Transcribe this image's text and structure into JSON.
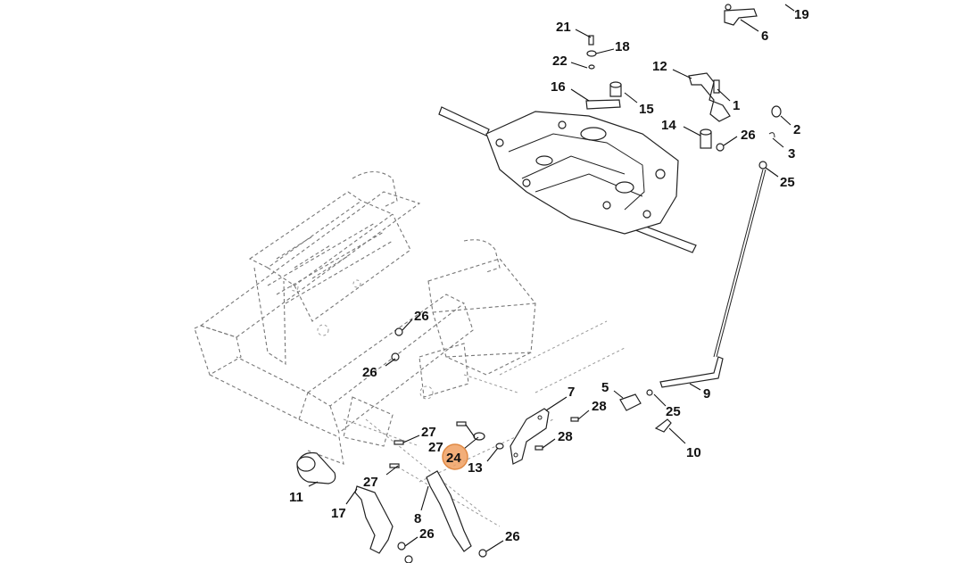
{
  "diagram": {
    "highlight": {
      "label": "24",
      "color": "#f0a062"
    },
    "callouts": [
      {
        "id": "c19",
        "label": "19"
      },
      {
        "id": "c6",
        "label": "6"
      },
      {
        "id": "c21",
        "label": "21"
      },
      {
        "id": "c18",
        "label": "18"
      },
      {
        "id": "c22",
        "label": "22"
      },
      {
        "id": "c12",
        "label": "12"
      },
      {
        "id": "c16",
        "label": "16"
      },
      {
        "id": "c15",
        "label": "15"
      },
      {
        "id": "c1",
        "label": "1"
      },
      {
        "id": "c14",
        "label": "14"
      },
      {
        "id": "c2",
        "label": "2"
      },
      {
        "id": "c26a",
        "label": "26"
      },
      {
        "id": "c3",
        "label": "3"
      },
      {
        "id": "c25a",
        "label": "25"
      },
      {
        "id": "c26b",
        "label": "26"
      },
      {
        "id": "c26c",
        "label": "26"
      },
      {
        "id": "c7",
        "label": "7"
      },
      {
        "id": "c5",
        "label": "5"
      },
      {
        "id": "c9",
        "label": "9"
      },
      {
        "id": "c28a",
        "label": "28"
      },
      {
        "id": "c25b",
        "label": "25"
      },
      {
        "id": "c27a",
        "label": "27"
      },
      {
        "id": "c27b",
        "label": "27"
      },
      {
        "id": "c28b",
        "label": "28"
      },
      {
        "id": "c10",
        "label": "10"
      },
      {
        "id": "c13",
        "label": "13"
      },
      {
        "id": "c27c",
        "label": "27"
      },
      {
        "id": "c11",
        "label": "11"
      },
      {
        "id": "c17",
        "label": "17"
      },
      {
        "id": "c8",
        "label": "8"
      },
      {
        "id": "c26d",
        "label": "26"
      },
      {
        "id": "c26e",
        "label": "26"
      }
    ]
  }
}
